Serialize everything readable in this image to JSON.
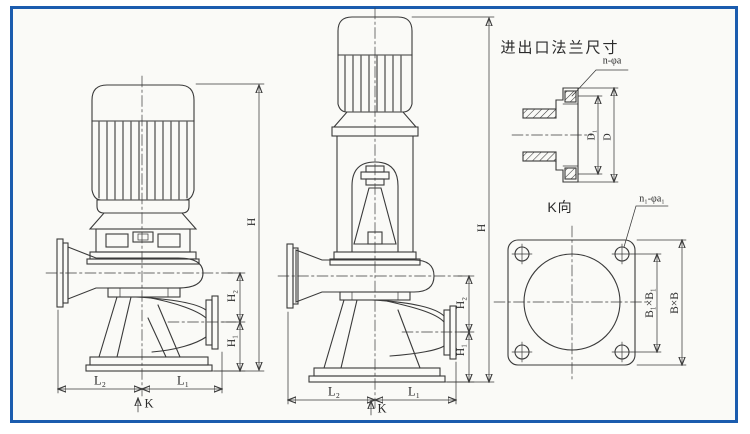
{
  "page": {
    "background": "#ffffff",
    "paper_color": "#fafaf7",
    "frame_color": "#1b5cae",
    "line_color": "#3a3a3a"
  },
  "flange_detail": {
    "title": "进出口法兰尺寸",
    "bolt_callout": "n-φa",
    "dim_bolt_circle": "D₁",
    "dim_outer": "D"
  },
  "base_view": {
    "title": "K向",
    "bolt_callout": "n₁-φa₁",
    "dim_bolt_spacing": "B₁×B₁",
    "dim_outer": "B×B"
  },
  "dims": {
    "H": "H",
    "H2": "H₂",
    "H1": "H₁",
    "L2": "L₂",
    "L1": "L₁",
    "K": "K"
  }
}
